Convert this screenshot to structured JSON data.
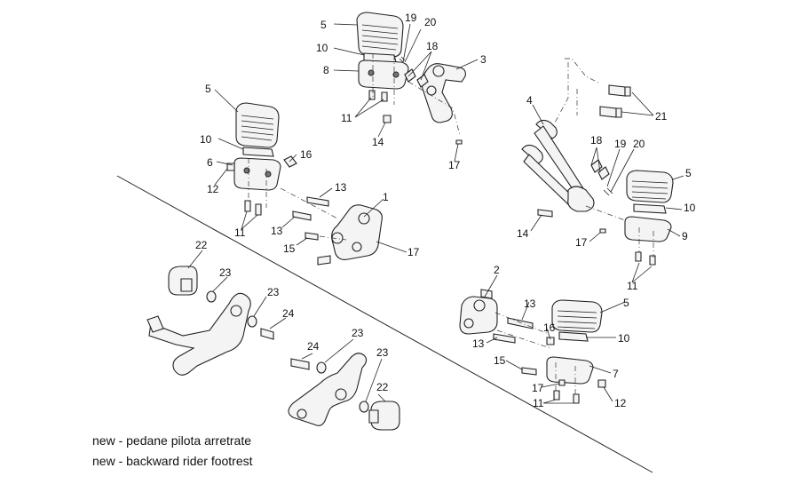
{
  "caption": {
    "line1": "new - pedane pilota arretrate",
    "line2": "new - backward rider footrest"
  },
  "callouts": {
    "top_group": [
      "5",
      "19",
      "20",
      "10",
      "18",
      "3",
      "8",
      "11",
      "14",
      "17"
    ],
    "left_group": [
      "5",
      "10",
      "6",
      "16",
      "12",
      "13",
      "1",
      "13",
      "11",
      "15",
      "17"
    ],
    "right_group": [
      "4",
      "21",
      "18",
      "19",
      "20",
      "5",
      "10",
      "9",
      "14",
      "17",
      "11"
    ],
    "bottom_right_group": [
      "2",
      "13",
      "5",
      "13",
      "16",
      "10",
      "15",
      "7",
      "17",
      "12",
      "11"
    ],
    "backward_group": [
      "22",
      "23",
      "23",
      "24",
      "24",
      "23",
      "23",
      "22"
    ]
  }
}
